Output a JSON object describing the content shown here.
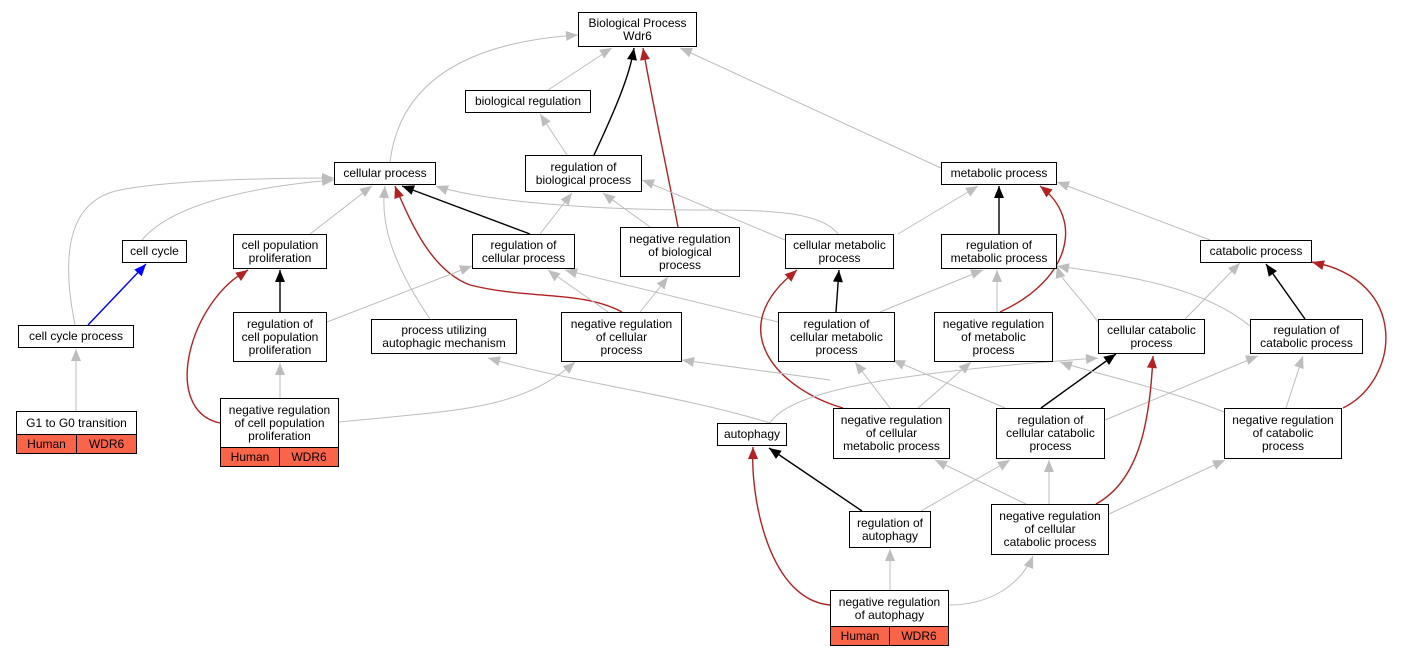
{
  "colors": {
    "inherit": "#bdbdbd",
    "is_a": "#000000",
    "regulates": "#b22222",
    "part_of": "#0000ff",
    "annotation_fill": "#fa6448"
  },
  "nodes": {
    "bp": "Biological Process\nWdr6",
    "bioreg": "biological regulation",
    "cellproc": "cellular process",
    "regbio": "regulation of\nbiological process",
    "metab": "metabolic process",
    "cellcycle": "cell cycle",
    "cellpop": "cell population\nproliferation",
    "regcell": "regulation of\ncellular process",
    "negregbio": "negative regulation\nof biological\nprocess",
    "cellmetab": "cellular metabolic\nprocess",
    "regmetab": "regulation of\nmetabolic process",
    "catab": "catabolic process",
    "cellcycleproc": "cell cycle process",
    "regcellpop": "regulation of\ncell population\nproliferation",
    "autophmech": "process utilizing\nautophagic mechanism",
    "negregcell": "negative regulation\nof cellular\nprocess",
    "regcellmetab": "regulation of\ncellular metabolic\nprocess",
    "negregmetab": "negative regulation\nof metabolic\nprocess",
    "cellcatab": "cellular catabolic\nprocess",
    "regcatab": "regulation of\ncatabolic process",
    "g1g0": "G1 to G0 transition",
    "negregcellpop": "negative regulation\nof cell population\nproliferation",
    "autophagy": "autophagy",
    "negregcellmetab": "negative regulation\nof cellular\nmetabolic process",
    "regcellcatab": "regulation of\ncellular catabolic\nprocess",
    "negregcatab": "negative regulation\nof catabolic\nprocess",
    "regautoph": "regulation of\nautophagy",
    "negregcellcatab": "negative regulation\nof cellular\ncatabolic process",
    "negregautoph": "negative regulation\nof autophagy"
  },
  "annotations": {
    "g1g0": {
      "species": "Human",
      "gene": "WDR6"
    },
    "negregcellpop": {
      "species": "Human",
      "gene": "WDR6"
    },
    "negregautoph": {
      "species": "Human",
      "gene": "WDR6"
    }
  }
}
